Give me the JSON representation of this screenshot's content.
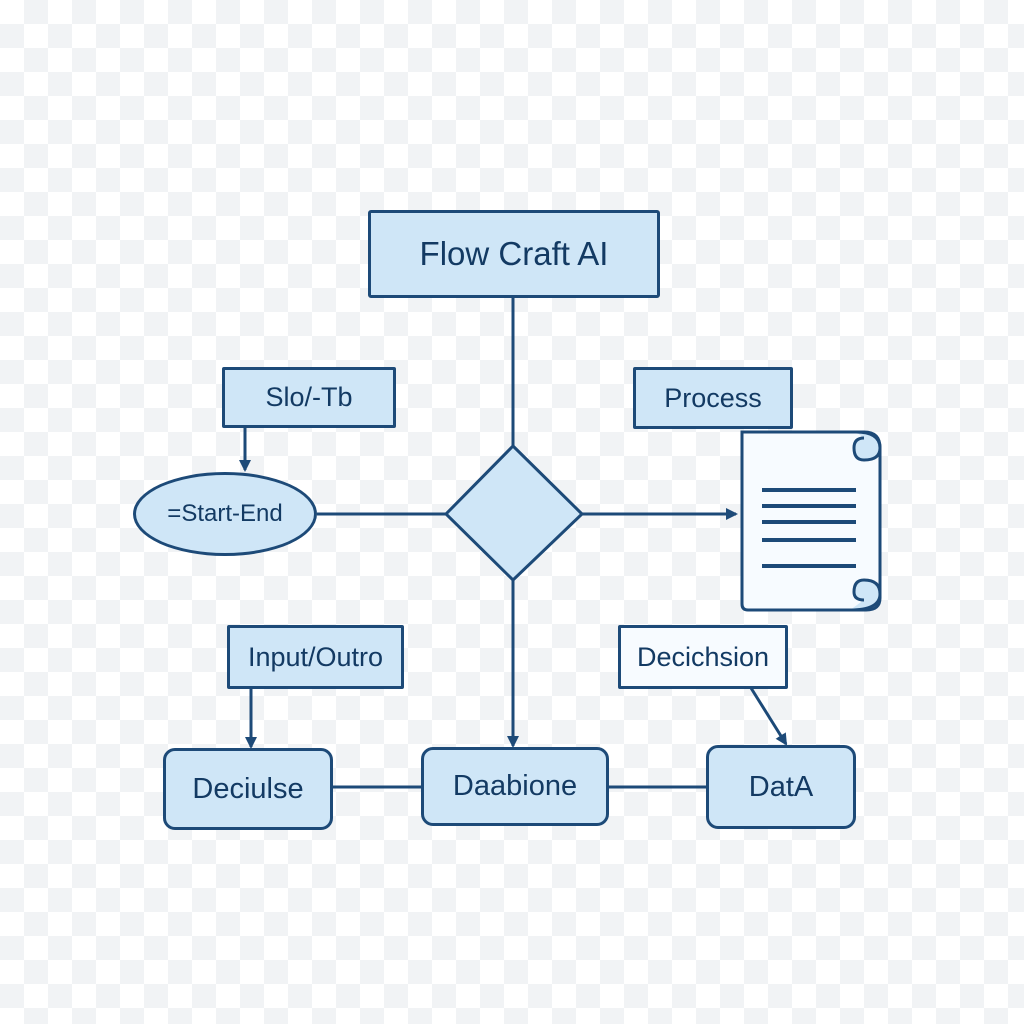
{
  "diagram": {
    "title": "Flow Craft AI",
    "labels": {
      "top_left": "Slo/-Tb",
      "top_right": "Process",
      "bottom_left": "Input/Outro",
      "bottom_right": "Decichsion"
    },
    "shapes": {
      "start_end": "=Start-End",
      "decision_node": "",
      "document": ""
    },
    "bottom_nodes": [
      "Deciulse",
      "Daabione",
      "DatA"
    ]
  },
  "colors": {
    "stroke": "#1d4a78",
    "fill": "#cfe6f7",
    "text": "#133a63",
    "background_check": "#f1f3f5"
  }
}
